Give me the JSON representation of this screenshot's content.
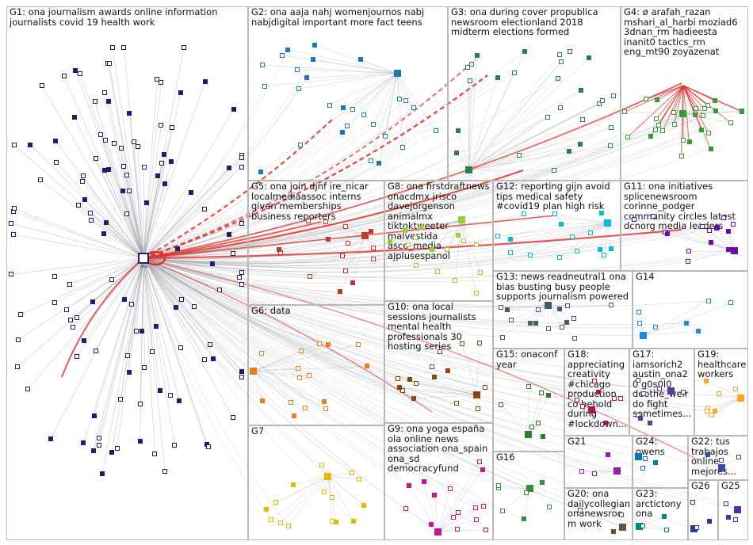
{
  "graph": {
    "background": "#ffffff",
    "edge_color": "#9aa0a6",
    "highlight_edge_color": "#e0302a",
    "groups": [
      {
        "id": "G1",
        "label": "G1: ona journalism awards online information journalists covid 19 health work",
        "node_color": "#1b1f6e",
        "hub_label": "ona"
      },
      {
        "id": "G2",
        "label": "G2: ona aaja nahj womenjournos nabj nabjdigital important more fact teens",
        "node_color": "#1f77b4"
      },
      {
        "id": "G3",
        "label": "G3: ona during cover propublica newsroom electionland 2018 midterm elections formed",
        "node_color": "#2e7d4f"
      },
      {
        "id": "G4",
        "label": "G4: ø arafah_razan mshari_al_harbi moziad6 3dnan_rm hadieesta inanit0 tactics_rm eng_mt90 zoyazenat",
        "node_color": "#3a9a3a"
      },
      {
        "id": "G5",
        "label": "G5: ona join djnf ire_nicar localmediaassoc interns given memberships business reporters",
        "node_color": "#c0392b"
      },
      {
        "id": "G6",
        "label": "G6: data",
        "node_color": "#e67e22"
      },
      {
        "id": "G7",
        "label": "G7",
        "node_color": "#e6b800"
      },
      {
        "id": "G8",
        "label": "G8: ona firstdraftnews onacdmx jrisco davejorgenson animalmx tiktoktweeter malvestida asco_media ajplusespanol",
        "node_color": "#9acd32"
      },
      {
        "id": "G9",
        "label": "G9: ona yoga españa ola online news association ona_spain ona_sd democracyfund",
        "node_color": "#c71585"
      },
      {
        "id": "G10",
        "label": "G10: ona local sessions journalists mental health professionals 30 hosting series",
        "node_color": "#8b4513"
      },
      {
        "id": "G11",
        "label": "G11: ona initiatives splicenewsroom corinne_podger community circles latest dcnorg media leaders",
        "node_color": "#6a0dad"
      },
      {
        "id": "G12",
        "label": "G12: reporting gijn avoid tips medical safety #covid19 plan high risk",
        "node_color": "#00bcd4"
      },
      {
        "id": "G13",
        "label": "G13: news readneutral1 ona bias busting busy people supports journalism powered",
        "node_color": "#455a64"
      },
      {
        "id": "G14",
        "label": "G14",
        "node_color": "#1e88e5"
      },
      {
        "id": "G15",
        "label": "G15: onaconf year",
        "node_color": "#2e7d32"
      },
      {
        "id": "G16",
        "label": "G16",
        "node_color": "#388e3c"
      },
      {
        "id": "G17",
        "label": "G17: iamsorich2 austin_ona20 g0s0l0 deothe_weirdo fight sometimes...",
        "node_color": "#5e35b1"
      },
      {
        "id": "G18",
        "label": "G18: appreciating creativity #chicago production co behold during #lockdown...",
        "node_color": "#ad1457"
      },
      {
        "id": "G19",
        "label": "G19: healthcare workers",
        "node_color": "#f9a825"
      },
      {
        "id": "G20",
        "label": "G20: ona dailycollegian onanewsroom work",
        "node_color": "#6d4c41"
      },
      {
        "id": "G21",
        "label": "G21",
        "node_color": "#8e24aa"
      },
      {
        "id": "G22",
        "label": "G22: tus trabajos online mejores...",
        "node_color": "#3949ab"
      },
      {
        "id": "G23",
        "label": "G23: arctictony ona",
        "node_color": "#00897b"
      },
      {
        "id": "G24",
        "label": "G24: owens",
        "node_color": "#0277bd"
      },
      {
        "id": "G25",
        "label": "G25",
        "node_color": "#512da8"
      },
      {
        "id": "G26",
        "label": "G26",
        "node_color": "#283593"
      }
    ]
  }
}
